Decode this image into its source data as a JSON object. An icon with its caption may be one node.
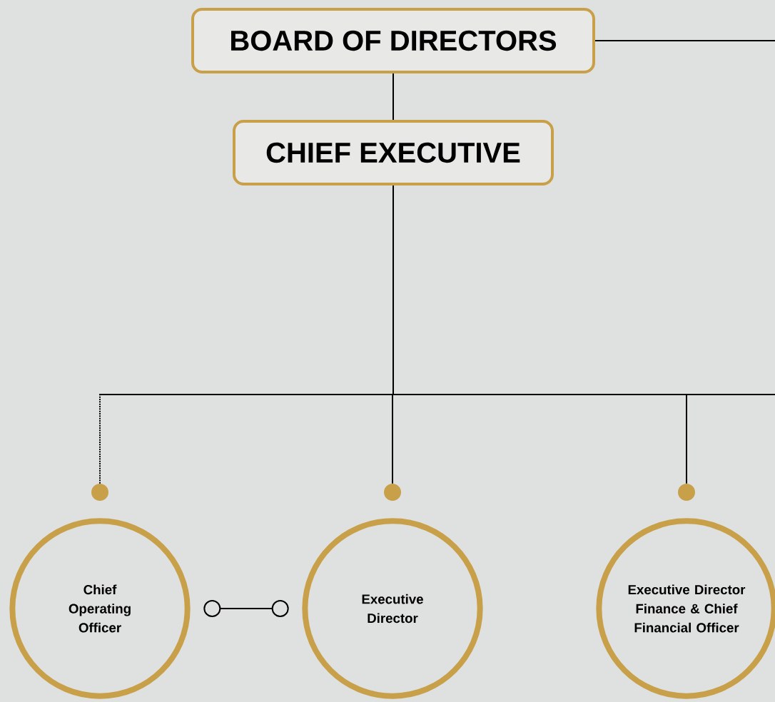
{
  "diagram": {
    "nodes": [
      {
        "text": [
          "BOARD OF DIRECTORS"
        ]
      },
      {
        "text": [
          "CHIEF EXECUTIVE"
        ]
      },
      {
        "text": [],
        "shape": "circle"
      },
      {
        "text": [],
        "shape": "circle"
      },
      {
        "text": [],
        "shape": "circle"
      },
      {
        "text": [
          "Chief Operating Officer"
        ]
      },
      {
        "text": [
          "Executive Director"
        ]
      },
      {
        "text": [
          "Executive Director Finance & Chief Financial Officer"
        ]
      }
    ],
    "edges": [
      {
        "from": 0,
        "to": 1,
        "arrow": "none"
      },
      {
        "from": 0,
        "to": null,
        "arrow": "none"
      },
      {
        "from": 1,
        "to": 2,
        "arrow": "none",
        "style": "dashed"
      },
      {
        "from": 1,
        "to": 3,
        "arrow": "none"
      },
      {
        "from": 1,
        "to": 4,
        "arrow": "none"
      },
      {
        "from": 1,
        "to": null,
        "arrow": "none"
      },
      {
        "from": 5,
        "to": 6,
        "arrow": "other"
      }
    ]
  }
}
